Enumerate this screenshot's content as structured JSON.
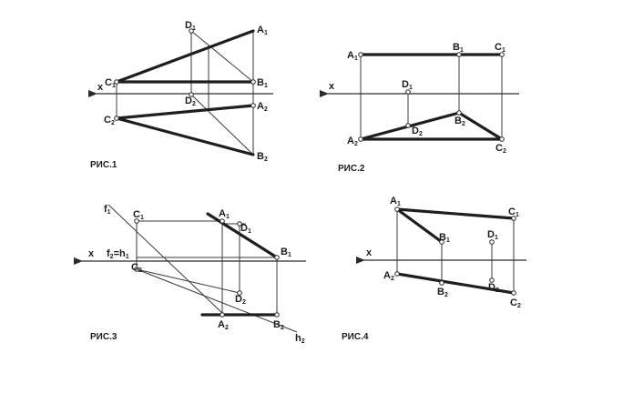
{
  "figures": [
    {
      "caption": "РИС.1",
      "axis_label": "x",
      "points": {
        "C1": {
          "base": "C",
          "sub": "1"
        },
        "A1": {
          "base": "A",
          "sub": "1"
        },
        "B1": {
          "base": "B",
          "sub": "1"
        },
        "D1": {
          "base": "D",
          "sub": "1"
        },
        "C2": {
          "base": "C",
          "sub": "2"
        },
        "A2": {
          "base": "A",
          "sub": "2"
        },
        "B2": {
          "base": "B",
          "sub": "2"
        },
        "D2": {
          "base": "D",
          "sub": "2"
        }
      }
    },
    {
      "caption": "РИС.2",
      "axis_label": "x",
      "points": {
        "A1": {
          "base": "A",
          "sub": "1"
        },
        "B1": {
          "base": "B",
          "sub": "1"
        },
        "C1": {
          "base": "C",
          "sub": "1"
        },
        "D1": {
          "base": "D",
          "sub": "1"
        },
        "A2": {
          "base": "A",
          "sub": "2"
        },
        "B2": {
          "base": "B",
          "sub": "2"
        },
        "C2": {
          "base": "C",
          "sub": "2"
        },
        "D2": {
          "base": "D",
          "sub": "2"
        }
      }
    },
    {
      "caption": "РИС.3",
      "axis_label": "x",
      "points": {
        "f1": {
          "base": "f",
          "sub": "1"
        },
        "C1": {
          "base": "C",
          "sub": "1"
        },
        "A1": {
          "base": "A",
          "sub": "1"
        },
        "D1": {
          "base": "D",
          "sub": "1"
        },
        "B1": {
          "base": "B",
          "sub": "1"
        },
        "C2": {
          "base": "C",
          "sub": "2"
        },
        "D2": {
          "base": "D",
          "sub": "2"
        },
        "A2": {
          "base": "A",
          "sub": "2"
        },
        "B2": {
          "base": "B",
          "sub": "2"
        },
        "h2": {
          "base": "h",
          "sub": "2"
        }
      },
      "f2h1_label": {
        "f": "f",
        "f_sub": "2",
        "eq": "=h",
        "h_sub": "1"
      }
    },
    {
      "caption": "РИС.4",
      "axis_label": "x",
      "points": {
        "A1": {
          "base": "A",
          "sub": "1"
        },
        "C1": {
          "base": "C",
          "sub": "1"
        },
        "B1": {
          "base": "B",
          "sub": "1"
        },
        "D1": {
          "base": "D",
          "sub": "1"
        },
        "A2": {
          "base": "A",
          "sub": "2"
        },
        "B2": {
          "base": "B",
          "sub": "2"
        },
        "D2": {
          "base": "D",
          "sub": "2"
        },
        "C2": {
          "base": "C",
          "sub": "2"
        }
      }
    }
  ]
}
